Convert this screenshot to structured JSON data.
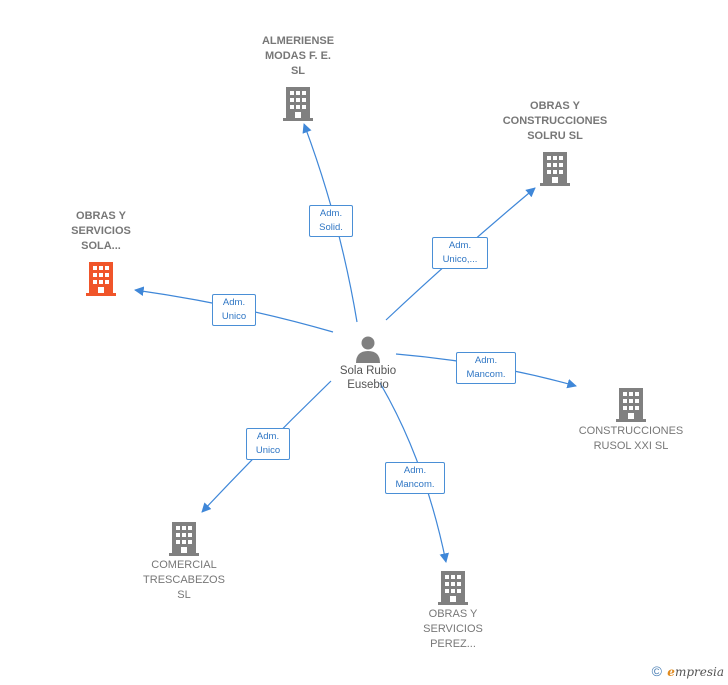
{
  "center": {
    "name": "Sola Rubio\nEusebio"
  },
  "companies": [
    {
      "id": "almeriense",
      "label": "ALMERIENSE\nMODAS F. E.\nSL",
      "highlight": false
    },
    {
      "id": "solru",
      "label": "OBRAS Y\nCONSTRUCCIONES\nSOLRU  SL",
      "highlight": false
    },
    {
      "id": "sola",
      "label": "OBRAS Y\nSERVICIOS\nSOLA...",
      "highlight": true
    },
    {
      "id": "rusol",
      "label": "CONSTRUCCIONES\nRUSOL XXI SL",
      "highlight": false
    },
    {
      "id": "trescabezos",
      "label": "COMERCIAL\nTRESCABEZOS\nSL",
      "highlight": false
    },
    {
      "id": "perez",
      "label": "OBRAS Y\nSERVICIOS\nPEREZ...",
      "highlight": false
    }
  ],
  "relations": [
    {
      "to": "almeriense",
      "label": "Adm.\nSolid."
    },
    {
      "to": "solru",
      "label": "Adm.\nUnico,..."
    },
    {
      "to": "sola",
      "label": "Adm.\nUnico"
    },
    {
      "to": "rusol",
      "label": "Adm.\nMancom."
    },
    {
      "to": "trescabezos",
      "label": "Adm.\nUnico"
    },
    {
      "to": "perez",
      "label": "Adm.\nMancom."
    }
  ],
  "colors": {
    "edge": "#3f87d8",
    "building": "#808080",
    "building_highlight": "#f0552a"
  },
  "footer": {
    "copyright": "©",
    "brand_first": "e",
    "brand_rest": "mpresia"
  }
}
